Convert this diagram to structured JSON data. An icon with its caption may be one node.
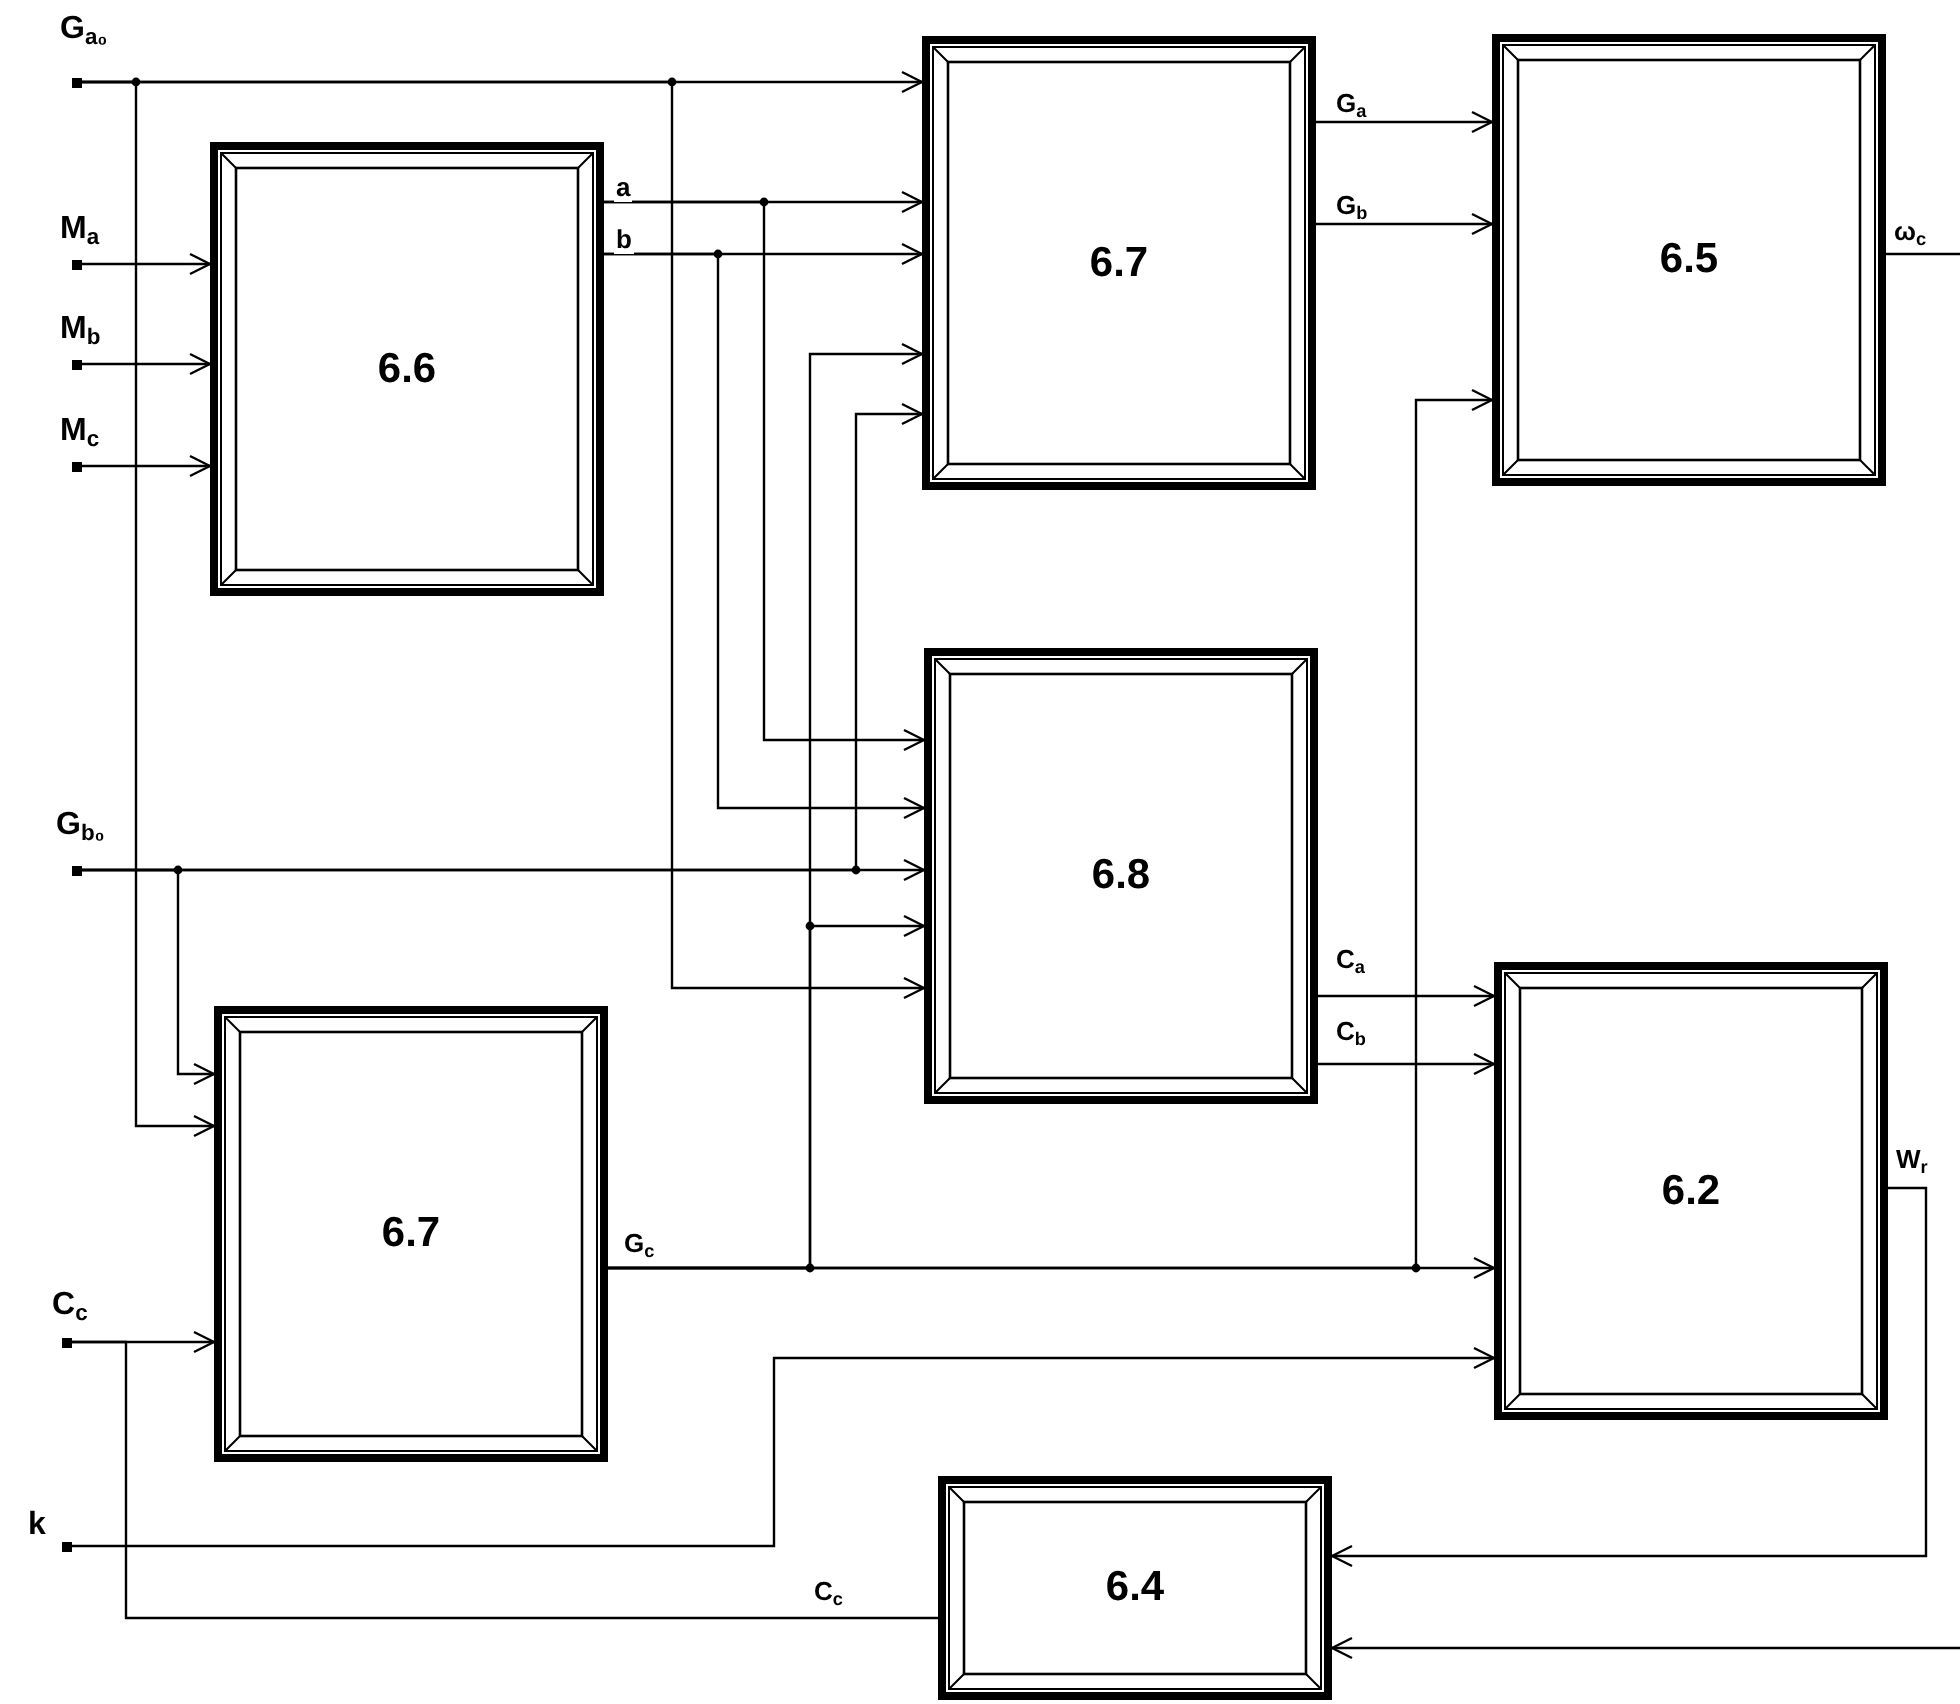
{
  "diagram": {
    "nodes": [
      {
        "text": [
          "G$_{a₀}$"
        ]
      },
      {
        "text": [
          "M$_{a}$"
        ]
      },
      {
        "text": [
          "M$_{b}$"
        ]
      },
      {
        "text": [
          "M$_{c}$"
        ]
      },
      {
        "text": [
          "6.6"
        ]
      },
      {
        "text": [
          "6.7"
        ]
      },
      {
        "text": [
          "6.5"
        ]
      },
      {
        "text": [
          "6.8"
        ]
      },
      {
        "text": [
          "G$_{b₀}$"
        ]
      },
      {
        "text": [
          "6.7"
        ]
      },
      {
        "text": [
          "6.2"
        ]
      },
      {
        "text": [
          "C$_{c}$"
        ]
      },
      {
        "text": [
          "k"
        ]
      },
      {
        "text": [
          "6.4"
        ]
      }
    ],
    "edges": [
      {
        "from": 0,
        "to": 5,
        "arrow": "to"
      },
      {
        "from": 0,
        "to": 9,
        "arrow": "to"
      },
      {
        "from": 0,
        "to": 7,
        "arrow": "to"
      },
      {
        "from": 1,
        "to": 4,
        "arrow": "to"
      },
      {
        "from": 2,
        "to": 4,
        "arrow": "to"
      },
      {
        "from": 3,
        "to": 4,
        "arrow": "to"
      },
      {
        "from": 4,
        "to": 5,
        "arrow": "to",
        "label": "a"
      },
      {
        "from": 4,
        "to": 7,
        "arrow": "to"
      },
      {
        "from": 4,
        "to": 5,
        "arrow": "to",
        "label": "b"
      },
      {
        "from": 4,
        "to": 7,
        "arrow": "to"
      },
      {
        "from": 8,
        "to": 7,
        "arrow": "to"
      },
      {
        "from": 8,
        "to": 9,
        "arrow": "to"
      },
      {
        "from": 8,
        "to": 5,
        "arrow": "to"
      },
      {
        "from": 9,
        "to": 10,
        "arrow": "to",
        "label": "G$_{c}$"
      },
      {
        "from": 9,
        "to": 5,
        "arrow": "to"
      },
      {
        "from": 9,
        "to": 7,
        "arrow": "to"
      },
      {
        "from": 9,
        "to": 6,
        "arrow": "to"
      },
      {
        "from": 5,
        "to": 6,
        "arrow": "to",
        "label": "G$_{a}$"
      },
      {
        "from": 5,
        "to": 6,
        "arrow": "to",
        "label": "G$_{b}$"
      },
      {
        "from": 6,
        "to": null,
        "arrow": "none",
        "label": "ω$_{c}$"
      },
      {
        "from": 7,
        "to": 10,
        "arrow": "to",
        "label": "C$_{a}$"
      },
      {
        "from": 7,
        "to": 10,
        "arrow": "to",
        "label": "C$_{b}$"
      },
      {
        "from": 12,
        "to": 10,
        "arrow": "to"
      },
      {
        "from": 11,
        "to": 9,
        "arrow": "to"
      },
      {
        "from": 11,
        "to": 13,
        "arrow": "none",
        "label": "C$_{c}$"
      },
      {
        "from": 10,
        "to": 13,
        "arrow": "to",
        "label": "W$_{r}$"
      },
      {
        "from": null,
        "to": 13,
        "arrow": "to"
      }
    ]
  }
}
